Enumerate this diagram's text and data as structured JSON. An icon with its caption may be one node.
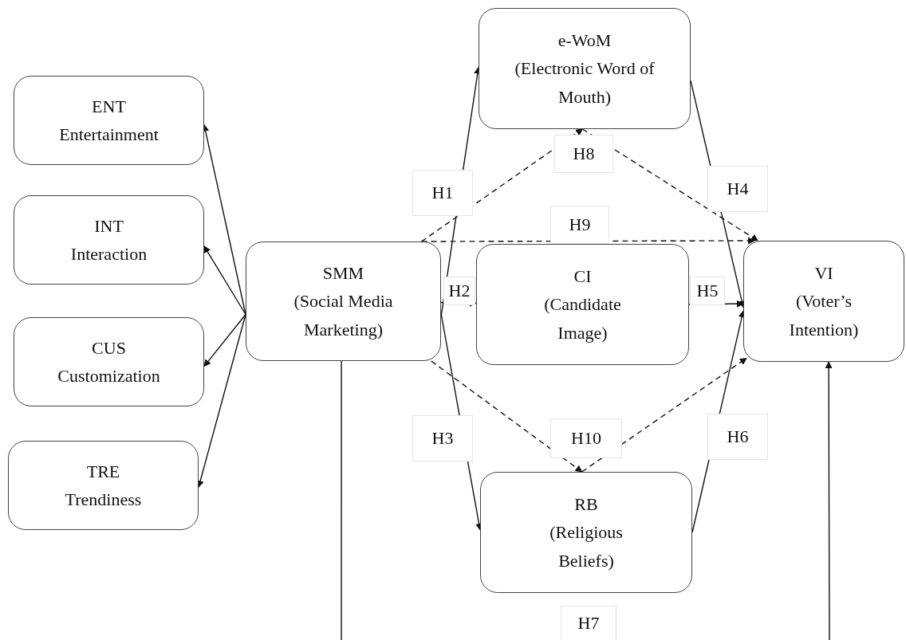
{
  "diagram": {
    "nodes": [
      {
        "text": [
          "ENT",
          "Entertainment"
        ]
      },
      {
        "text": [
          "INT",
          "Interaction"
        ]
      },
      {
        "text": [
          "CUS",
          "Customization"
        ]
      },
      {
        "text": [
          "TRE",
          "Trendiness"
        ]
      },
      {
        "text": [
          "SMM",
          "(Social Media Marketing)"
        ]
      },
      {
        "text": [
          "e-WoM",
          "(Electronic Word of Mouth)"
        ]
      },
      {
        "text": [
          "CI",
          "(Candidate Image)"
        ]
      },
      {
        "text": [
          "VI",
          "(Voter’s Intention)"
        ]
      },
      {
        "text": [
          "RB",
          "(Religious Beliefs)"
        ]
      }
    ],
    "edges": [
      {
        "from": 4,
        "to": 0,
        "arrow": "to"
      },
      {
        "from": 4,
        "to": 1,
        "arrow": "to"
      },
      {
        "from": 4,
        "to": 2,
        "arrow": "to"
      },
      {
        "from": 4,
        "to": 3,
        "arrow": "to"
      },
      {
        "from": 4,
        "to": 5,
        "arrow": "to",
        "label": "H1"
      },
      {
        "from": 4,
        "to": 6,
        "arrow": "to",
        "label": "H2"
      },
      {
        "from": 4,
        "to": 8,
        "arrow": "to",
        "label": "H3"
      },
      {
        "from": 5,
        "to": 7,
        "arrow": "to",
        "label": "H4"
      },
      {
        "from": 6,
        "to": 7,
        "arrow": "to",
        "label": "H5"
      },
      {
        "from": 8,
        "to": 7,
        "arrow": "to",
        "label": "H6"
      },
      {
        "from": 4,
        "to": 7,
        "arrow": "to",
        "label": "H7"
      },
      {
        "from": 4,
        "to": 5,
        "arrow": "to",
        "label": "H8",
        "style": "dashed"
      },
      {
        "from": 5,
        "to": 7,
        "arrow": "to",
        "style": "dashed"
      },
      {
        "from": 4,
        "to": 7,
        "arrow": "to",
        "label": "H9",
        "style": "dashed"
      },
      {
        "from": 4,
        "to": 8,
        "arrow": "to",
        "label": "H10",
        "style": "dashed"
      },
      {
        "from": 8,
        "to": 7,
        "arrow": "to",
        "style": "dashed"
      }
    ]
  }
}
